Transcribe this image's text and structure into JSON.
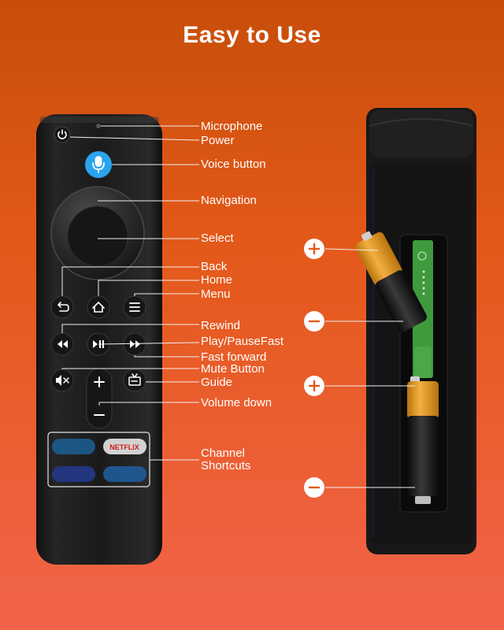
{
  "title": "Easy to Use",
  "labels": {
    "microphone": "Microphone",
    "power": "Power",
    "voice": "Voice button",
    "navigation": "Navigation",
    "select": "Select",
    "back": "Back",
    "home": "Home",
    "menu": "Menu",
    "rewind": "Rewind",
    "play_pause": "Play/PauseFast",
    "fast_forward": "Fast forward",
    "mute": "Mute Button",
    "guide": "Guide",
    "volume_down": "Volume down",
    "channel_shortcuts_1": "Channel",
    "channel_shortcuts_2": "Shortcuts"
  },
  "shortcut_tiles": [
    "",
    "NETFLIX",
    "",
    ""
  ],
  "colors": {
    "accent_blue": "#2aa4ee",
    "battery_gold": "#e69a1c",
    "battery_black": "#1c1c1c",
    "pcb_green": "#3e9a3c",
    "label_text": "#ffffff"
  },
  "icons": [
    "power-icon",
    "microphone-icon",
    "back-icon",
    "home-icon",
    "menu-icon",
    "rewind-icon",
    "play-pause-icon",
    "fast-forward-icon",
    "mute-icon",
    "guide-icon",
    "plus-icon",
    "minus-icon"
  ]
}
